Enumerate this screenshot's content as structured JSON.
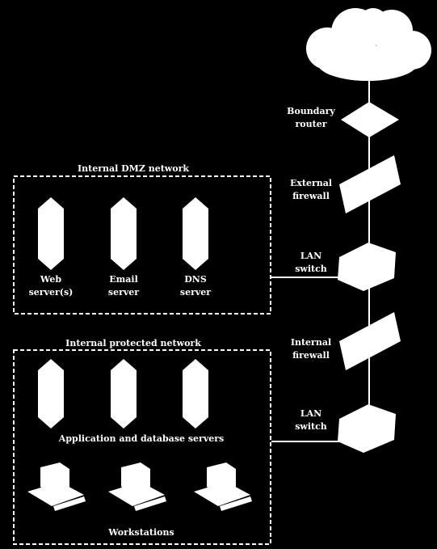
{
  "colors": {
    "background": "#000000",
    "foreground": "#ffffff"
  },
  "cloud": {
    "icon": "cloud-icon"
  },
  "boundary_router": {
    "line1": "Boundary",
    "line2": "router"
  },
  "external_firewall": {
    "line1": "External",
    "line2": "firewall"
  },
  "dmz_switch": {
    "line1": "LAN",
    "line2": "switch"
  },
  "internal_firewall": {
    "line1": "Internal",
    "line2": "firewall"
  },
  "protected_switch": {
    "line1": "LAN",
    "line2": "switch"
  },
  "dmz": {
    "title": "Internal DMZ network",
    "servers": [
      {
        "line1": "Web",
        "line2": "server(s)"
      },
      {
        "line1": "Email",
        "line2": "server"
      },
      {
        "line1": "DNS",
        "line2": "server"
      }
    ]
  },
  "protected": {
    "title": "Internal protected network",
    "servers_label": "Application and database servers",
    "workstations_label": "Workstations"
  }
}
